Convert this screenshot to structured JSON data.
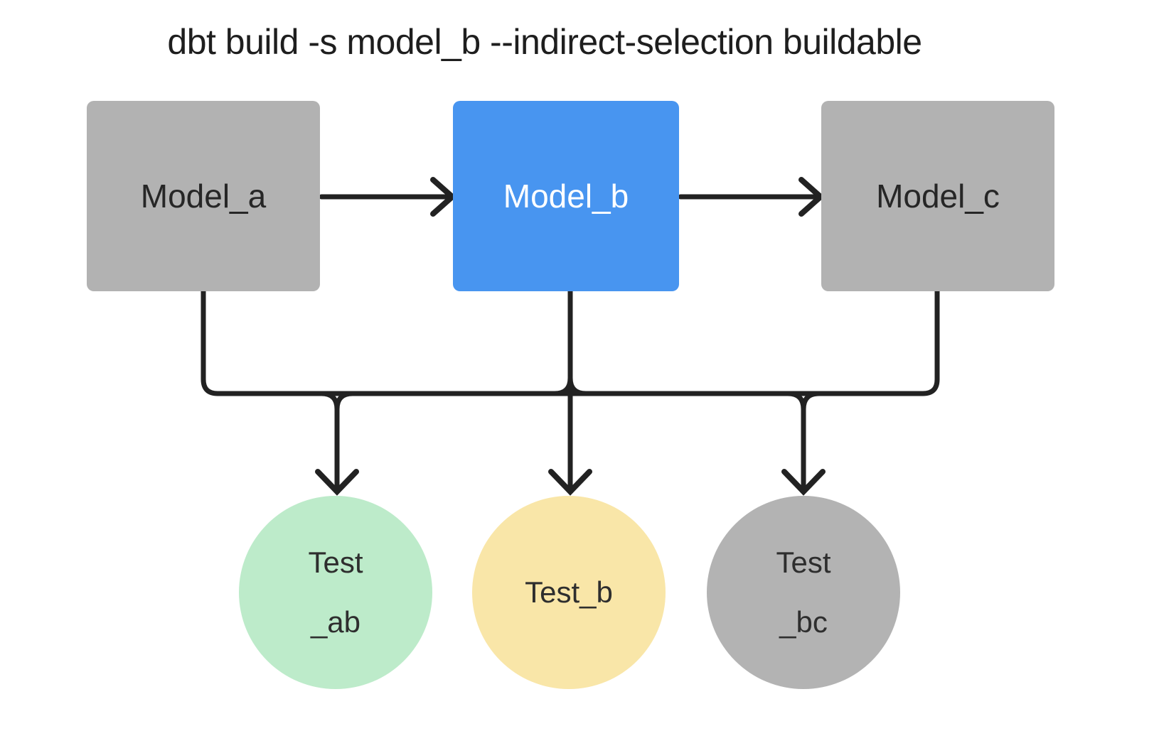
{
  "title": "dbt build -s model_b --indirect-selection buildable",
  "colors": {
    "background": "#ffffff",
    "selected_model": "#4895F0",
    "unselected_model": "#B2B2B2",
    "test_selected_direct": "#F9E6A8",
    "test_selected_indirect": "#BDEBCA",
    "test_unselected": "#B3B3B3",
    "wire": "#222222",
    "title_text": "#1e1e1e"
  },
  "nodes": {
    "model_a": {
      "label": "Model_a",
      "shape": "rect",
      "fill": "#B2B2B2"
    },
    "model_b": {
      "label": "Model_b",
      "shape": "rect",
      "fill": "#4895F0"
    },
    "model_c": {
      "label": "Model_c",
      "shape": "rect",
      "fill": "#B2B2B2"
    },
    "test_ab": {
      "line1": "Test",
      "line2": "_ab",
      "shape": "circle",
      "fill": "#BDEBCA"
    },
    "test_b": {
      "line1": "Test_b",
      "shape": "circle",
      "fill": "#F9E6A8"
    },
    "test_bc": {
      "line1": "Test",
      "line2": "_bc",
      "shape": "circle",
      "fill": "#B3B3B3"
    }
  },
  "edges": [
    {
      "from": "model_a",
      "to": "model_b",
      "style": "arrow"
    },
    {
      "from": "model_b",
      "to": "model_c",
      "style": "arrow"
    },
    {
      "from": "model_a",
      "to": "test_ab",
      "style": "bus-arrow"
    },
    {
      "from": "model_b",
      "to": "test_b",
      "style": "bus-arrow"
    },
    {
      "from": "model_b",
      "to": "test_ab",
      "style": "bus-arrow"
    },
    {
      "from": "model_b",
      "to": "test_bc",
      "style": "bus-arrow"
    },
    {
      "from": "model_c",
      "to": "test_bc",
      "style": "bus-arrow"
    }
  ]
}
